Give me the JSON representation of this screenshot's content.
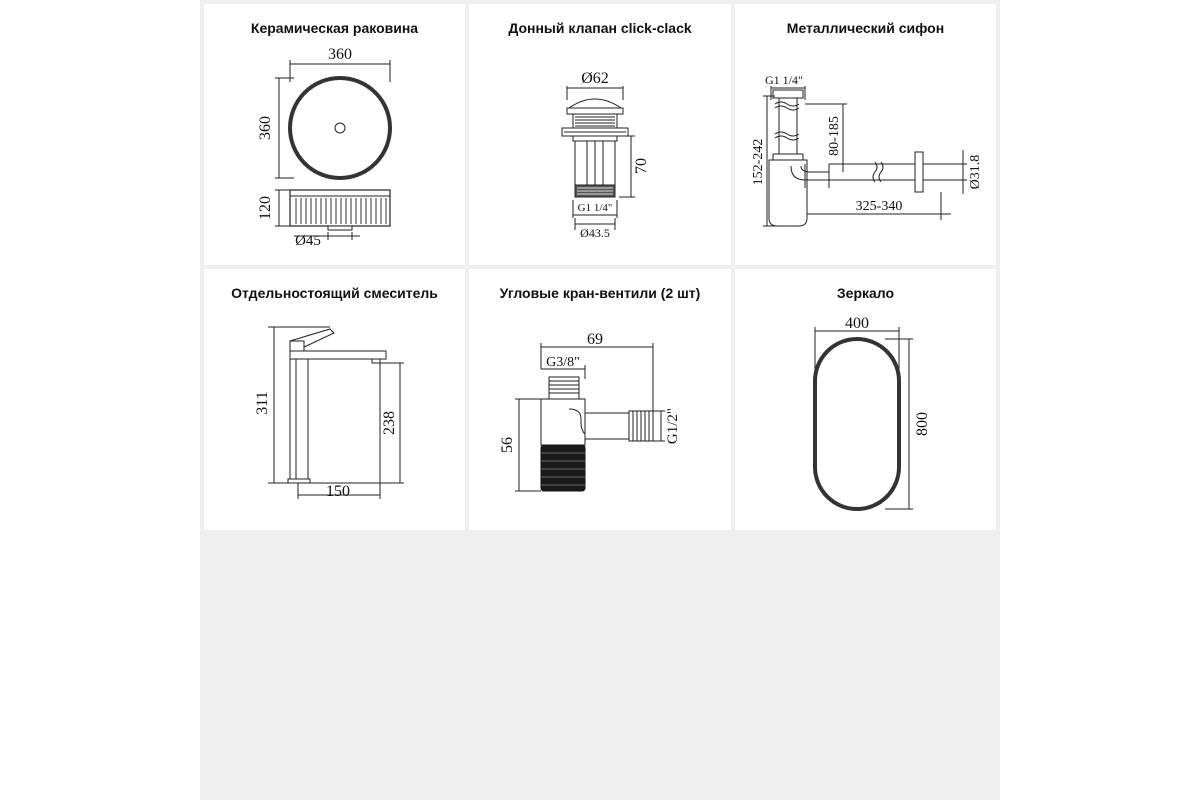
{
  "panels": [
    {
      "title": "Керамическая раковина",
      "dims": {
        "width": "360",
        "height": "360",
        "depth": "120",
        "drain": "Ø45"
      }
    },
    {
      "title": "Донный клапан click-clack",
      "dims": {
        "top_dia": "Ø62",
        "height": "70",
        "thread": "G1 1/4\"",
        "bottom_dia": "Ø43.5"
      }
    },
    {
      "title": "Металлический сифон",
      "dims": {
        "thread": "G1 1/4\"",
        "height": "152-242",
        "rise": "80-185",
        "pipe_dia": "Ø31.8",
        "length": "325-340"
      }
    },
    {
      "title": "Отдельностоящий смеситель",
      "dims": {
        "height": "311",
        "spout_height": "238",
        "reach": "150"
      }
    },
    {
      "title": "Угловые кран-вентили (2 шт)",
      "dims": {
        "length": "69",
        "in_thread": "G3/8\"",
        "out_thread": "G1/2\"",
        "height": "56"
      }
    },
    {
      "title": "Зеркало",
      "dims": {
        "width": "400",
        "height": "800"
      }
    }
  ]
}
